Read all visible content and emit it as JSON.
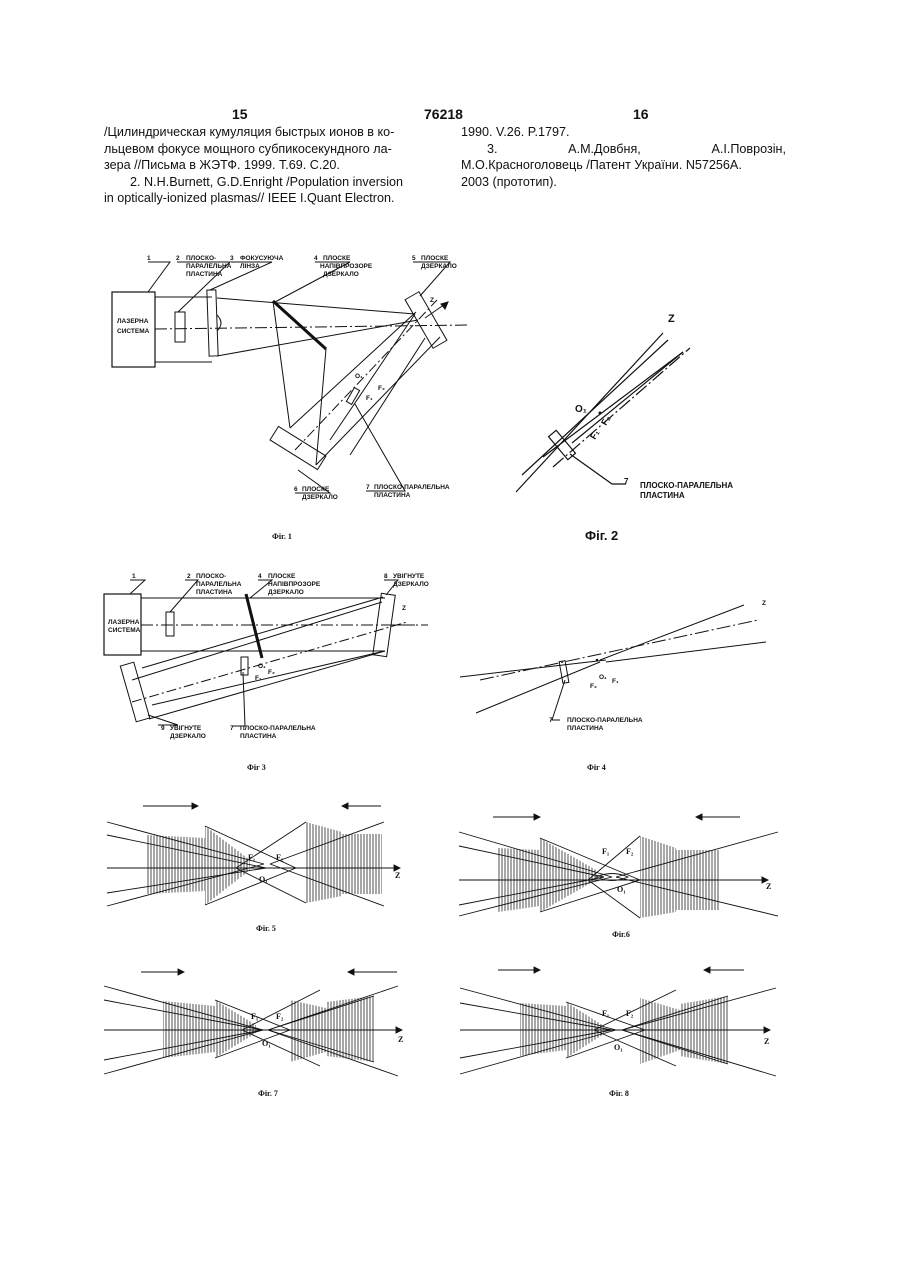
{
  "header": {
    "page_left": "15",
    "patent_no": "76218",
    "page_right": "16"
  },
  "refs_left": {
    "line1": "/Цилиндрическая кумуляция быстрых ионов в ко-",
    "line2": "льцевом фокусе мощного субпикосекундного ла-",
    "line3": "зера //Письма в ЖЭТФ. 1999. Т.69. С.20.",
    "ref2_line1": "2. N.H.Burnett, G.D.Enright /Population inversion",
    "ref2_line2": "in optically-ionized plasmas// IEEE I.Quant Electron."
  },
  "refs_right": {
    "line1": "1990. V.26. P.1797.",
    "ref3_num": "3.",
    "ref3_a1": "А.М.Довбня,",
    "ref3_a2": "А.І.Поврозін,",
    "ref3_line2": "М.О.Красноголовець /Патент України. N57256A.",
    "ref3_line3": "2003 (прототип)."
  },
  "fig1": {
    "caption": "Фіг. 1",
    "n1": "1",
    "n2": "2",
    "n3": "3",
    "n4": "4",
    "n5": "5",
    "n6": "6",
    "n7": "7",
    "laser_a": "ЛАЗЕРНА",
    "laser_b": "СИСТЕМА",
    "l2a": "ПЛОСКО-",
    "l2b": "ПАРАЛЕЛЬНА",
    "l2c": "ПЛАСТИНА",
    "l3a": "ФОКУСУЮЧА",
    "l3b": "ЛІНЗА",
    "l4a": "ПЛОСКЕ",
    "l4b": "НАПІВПРОЗОРЕ",
    "l4c": "ДЗЕРКАЛО",
    "l5a": "ПЛОСКЕ",
    "l5b": "ДЗЕРКАЛО",
    "l6a": "ПЛОСКЕ",
    "l6b": "ДЗЕРКАЛО",
    "l7a": "ПЛОСКО-ПАРАЛЕЛЬНА",
    "l7b": "ПЛАСТИНА",
    "z": "Z",
    "o1": "O₁",
    "f1": "F₁",
    "f2": "F₂"
  },
  "fig2": {
    "caption": "Фіг. 2",
    "z": "Z",
    "o1": "O₁",
    "f1": "F₁",
    "f2": "F₂",
    "n7": "7",
    "l7a": "ПЛОСКО-ПАРАЛЕЛЬНА",
    "l7b": "ПЛАСТИНА"
  },
  "fig3": {
    "caption": "Фіг 3",
    "n1": "1",
    "n2": "2",
    "n4": "4",
    "n7": "7",
    "n8": "8",
    "n9": "9",
    "laser_a": "ЛАЗЕРНА",
    "laser_b": "СИСТЕМА",
    "l2a": "ПЛОСКО-",
    "l2b": "ПАРАЛЕЛЬНА",
    "l2c": "ПЛАСТИНА",
    "l4a": "ПЛОСКЕ",
    "l4b": "НАПІВПРОЗОРЕ",
    "l4c": "ДЗЕРКАЛО",
    "l8a": "УВІГНУТЕ",
    "l8b": "ДЗЕРКАЛО",
    "l9a": "УВІГНУТЕ",
    "l9b": "ДЗЕРКАЛО",
    "l7a": "ПЛОСКО-ПАРАЛЕЛЬНА",
    "l7b": "ПЛАСТИНА",
    "z": "Z",
    "o1": "O₁",
    "f1": "F₁",
    "f2": "F₂"
  },
  "fig4": {
    "caption": "Фіг 4",
    "z": "Z",
    "o1": "O₁",
    "f1": "F₁",
    "f2": "F₂",
    "n7": "7",
    "l7a": "ПЛОСКО-ПАРАЛЕЛЬНА",
    "l7b": "ПЛАСТИНА"
  },
  "fig5": {
    "caption": "Фіг. 5",
    "f1": "F₁",
    "f2": "F₂",
    "o1": "O₁",
    "z": "Z"
  },
  "fig6": {
    "caption": "Фіг.6",
    "f1": "F₁",
    "f2": "F₂",
    "o1": "O₁",
    "z": "Z"
  },
  "fig7": {
    "caption": "Фіг. 7",
    "f1": "F₁",
    "f2": "F₂",
    "o1": "O₁",
    "z": "Z"
  },
  "fig8": {
    "caption": "Фіг. 8",
    "f1": "F₁",
    "f2": "F₂",
    "o1": "O₁",
    "z": "Z"
  }
}
